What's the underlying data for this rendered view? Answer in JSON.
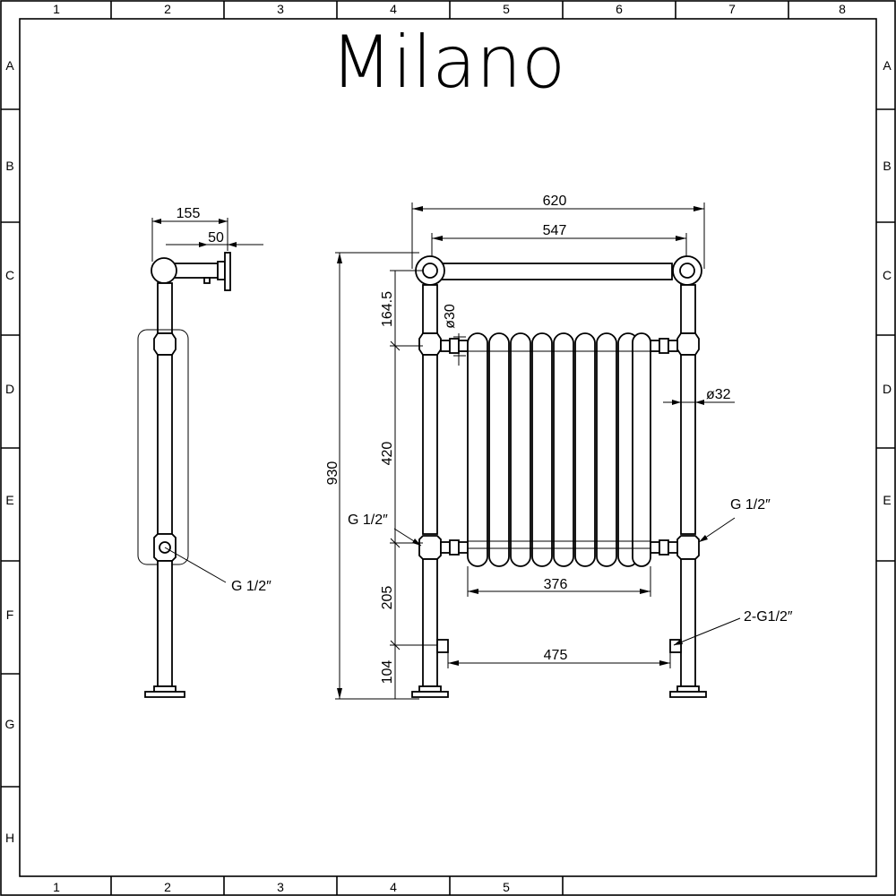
{
  "brand": "Milano",
  "zones": {
    "columns_top": [
      "1",
      "2",
      "3",
      "4",
      "5",
      "6",
      "7",
      "8"
    ],
    "columns_bottom": [
      "1",
      "2",
      "3",
      "4",
      "5"
    ],
    "rows": [
      "A",
      "B",
      "C",
      "D",
      "E",
      "F",
      "G",
      "H"
    ]
  },
  "side_view": {
    "dim_depth": "155",
    "dim_bracket": "50",
    "connection": "G 1/2″"
  },
  "front_view": {
    "dim_overall_width": "620",
    "dim_rail_width": "547",
    "dim_overall_height": "930",
    "dim_top_offset": "164.5",
    "dim_radiator_height": "420",
    "dim_lower_gap": "205",
    "dim_foot_height": "104",
    "dim_pipe_dia_30": "ø30",
    "dim_pipe_dia_32": "ø32",
    "dim_radiator_width": "376",
    "dim_valve_centres": "475",
    "label_left_conn": "G 1/2″",
    "label_right_conn": "G 1/2″",
    "label_valves": "2-G1/2″"
  }
}
